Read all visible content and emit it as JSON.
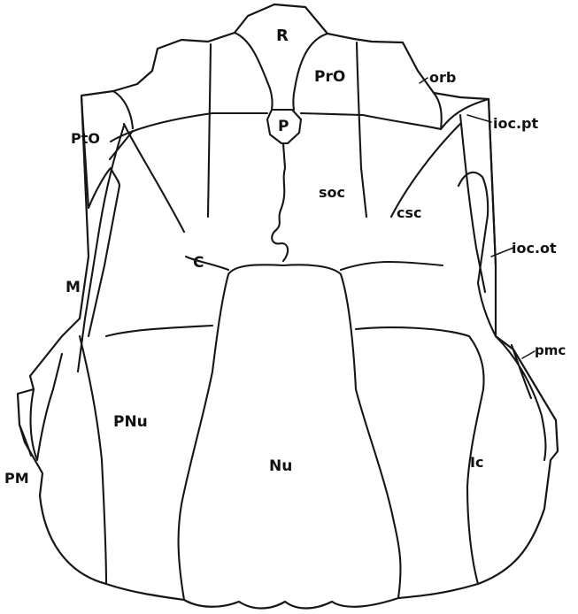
{
  "labels": {
    "R": "R",
    "PrO": "PrO",
    "orb": "orb",
    "P": "P",
    "ioc_pt": "ioc.pt",
    "PtO": "PtO",
    "soc": "soc",
    "csc": "csc",
    "C": "C",
    "ioc_ot": "ioc.ot",
    "M": "M",
    "pmc": "pmc",
    "PNu": "PNu",
    "Nu": "Nu",
    "Ic": "Ic",
    "PM": "PM"
  },
  "colors": {
    "ink": "#161616",
    "background": "#ffffff"
  }
}
